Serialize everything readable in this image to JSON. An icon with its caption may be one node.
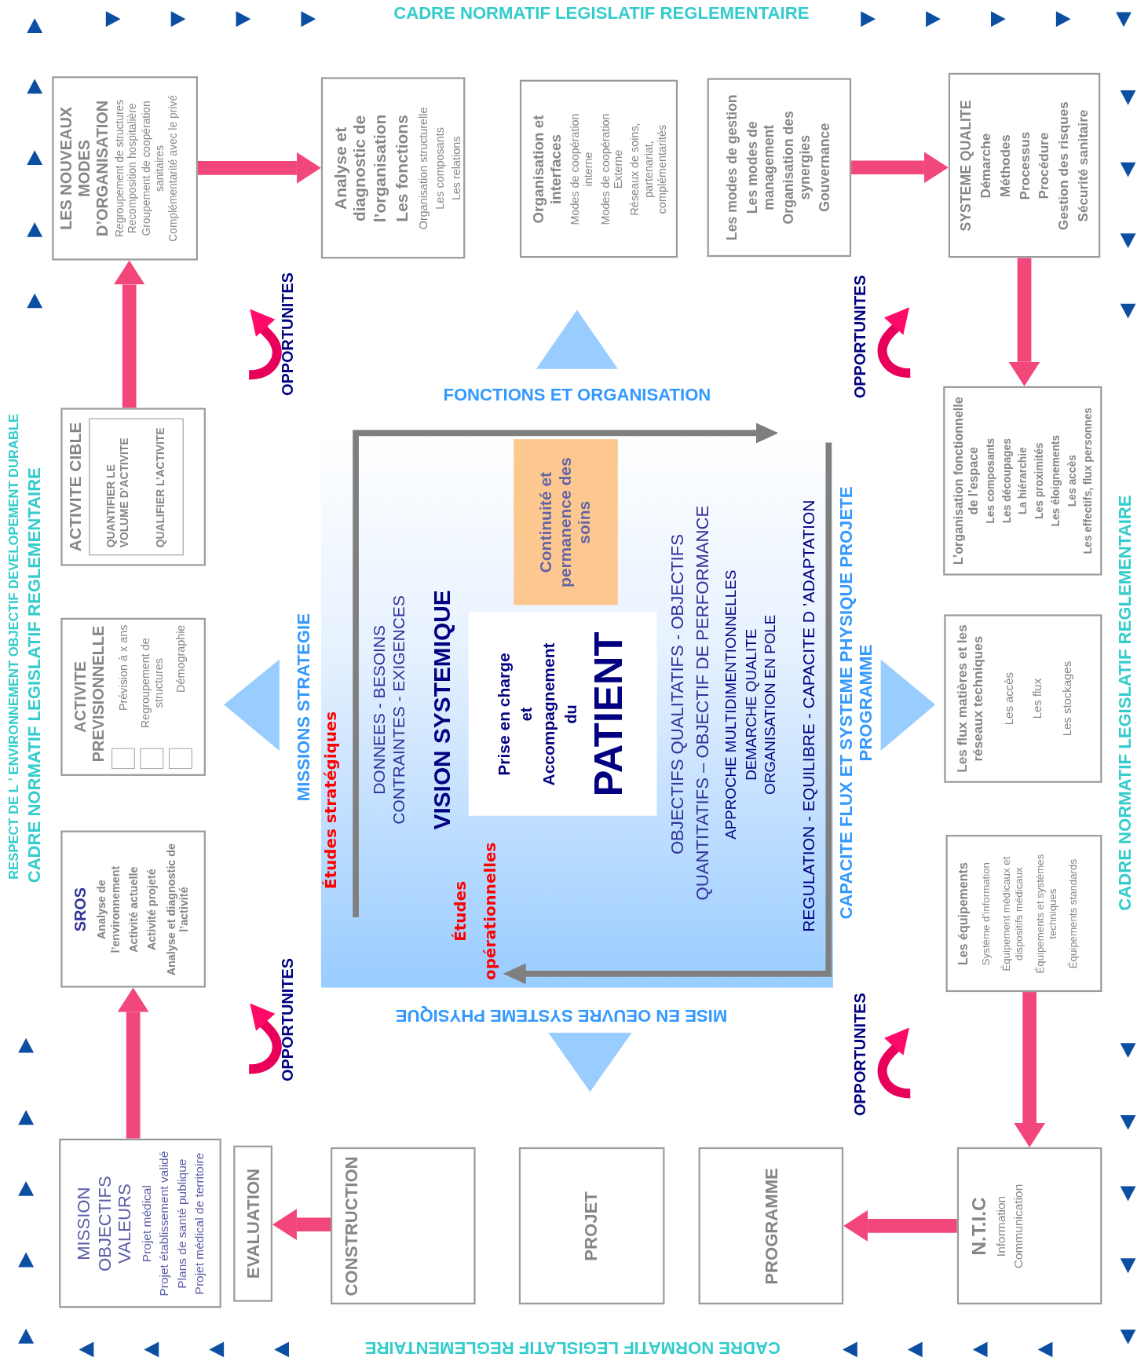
{
  "diagram": {
    "nodes": [
      {
        "text": [
          "LES NOUVEAUX MODES D’ORGANISATION",
          "Regroupement de structures",
          "Recomposition hospitalière",
          "Groupement de coopération sanitaires",
          "Complémentarité avec le privé"
        ]
      },
      {
        "text": [
          "Analyse et diagnostic de l’organisation",
          "Les fonctions",
          "Organisation structurelle",
          "Les composants",
          "Les relations"
        ]
      },
      {
        "text": [
          "Organisation et interfaces",
          "Modes de coopération interne",
          "Modes de coopération Externe",
          "Réseaux de soins, partenariat, complémentarités"
        ]
      },
      {
        "text": [
          "Les modes de gestion",
          "Les modes de management",
          "Organisation des synergies",
          "Gouvernance"
        ]
      },
      {
        "text": [
          "SYSTEME QUALITE",
          "Démarche",
          "Méthodes",
          "Processus",
          "Procédure",
          "Gestion des risques",
          "Sécurité sanitaire"
        ]
      },
      {
        "text": [
          "L’organisation fonctionnelle de l’espace",
          "Les composants",
          "Les découpages",
          "La hiérarchie",
          "Les proximités",
          "Les éloignements",
          "Les accès",
          "Les effectifs, flux personnes"
        ]
      },
      {
        "text": [
          "Les flux matières et les réseaux techniques",
          "Les accès",
          "Les flux",
          "Les stockages"
        ]
      },
      {
        "text": [
          "Les équipements",
          "Système d’information",
          "Équipement médicaux et dispositifs médicaux",
          "Équipements et systèmes techniques",
          "Équipements standards"
        ]
      },
      {
        "text": [
          "N.T.I.C",
          "Information",
          "Communication"
        ]
      },
      {
        "text": [
          "PROGRAMME"
        ]
      },
      {
        "text": [
          "PROJET"
        ]
      },
      {
        "text": [
          "CONSTRUCTION"
        ]
      },
      {
        "text": [
          "EVALUATION"
        ]
      },
      {
        "text": [
          "MISSION OBJECTIFS VALEURS",
          "Projet médical",
          "Projet établissement validé",
          "Plans de santé publique",
          "Projet médical de territoire"
        ]
      },
      {
        "text": [
          "SROS",
          "Analyse de l’environnement",
          "Activité actuelle",
          "Activité projeté",
          "Analyse et diagnostic de l’activité"
        ]
      },
      {
        "text": [
          "ACTIVITE PREVISIONNELLE",
          "Prévision à x ans",
          "Regroupement de structures",
          "Démographie"
        ]
      },
      {
        "text": [
          "ACTIVITE CIBLE"
        ]
      },
      {
        "text": [
          "QUANTIFIER LE VOLUME D’ACTIVITE",
          "QUALIFIER L’ACTIVITE"
        ],
        "in": 16
      },
      {
        "text": [
          "Études stratégiques",
          "DONNEES - BESOINS",
          "CONTRAINTES - EXIGENCES",
          "VISION SYSTEMIQUE",
          "Études opérationnelles",
          "OBJECTIFS QUALITATIFS - OBJECTIFS",
          "QUANTITATIFS – OBJECTIF DE PERFORMANCE",
          "APPROCHE MULTIDIMENTIONNELLES",
          "DEMARCHE QUALITE",
          "ORGANISATION EN POLE",
          "REGULATION - EQUILIBRE - CAPACITE D ’ADAPTATION"
        ]
      },
      {
        "text": [
          "Continuité et permanence des soins"
        ],
        "in": 18
      },
      {
        "text": [
          "Prise en charge",
          "et",
          "Accompagnement",
          "du",
          "PATIENT"
        ],
        "in": 18
      }
    ],
    "edges": [
      {
        "from": 0,
        "to": 1,
        "arrow": "to"
      },
      {
        "from": 3,
        "to": 4,
        "arrow": "to"
      },
      {
        "from": 4,
        "to": 5,
        "arrow": "to"
      },
      {
        "from": 7,
        "to": 8,
        "arrow": "to"
      },
      {
        "from": 8,
        "to": 9,
        "arrow": "to"
      },
      {
        "from": 11,
        "to": 12,
        "arrow": "to"
      },
      {
        "from": 13,
        "to": 14,
        "arrow": "to"
      },
      {
        "from": 16,
        "to": 0,
        "arrow": "to"
      }
    ],
    "labels": [
      "CADRE NORMATIF LEGISLATIF REGLEMENTAIRE",
      "RESPECT DE L ’ ENVIRONNEMENT OBJECTIF DEVELOPEMENT DURABLE",
      "CADRE NORMATIF LEGISLATIF REGLEMENTAIRE",
      "CADRE NORMATIF LEGISLATIF REGLEMENTAIRE",
      "OPPORTUNITES",
      "OPPORTUNITES",
      "OPPORTUNITES",
      "OPPORTUNITES",
      "FONCTIONS ET ORGANISATION",
      "MISSIONS STRATEGIE",
      "CAPACITE FLUX ET SYSTEME PHYSIQUE PROJETE",
      "PROGRAMME",
      "MISE EN OEUVRE SYSTEME PHYSIQUE",
      "CADRE NORMATIF LEGISLATIF REGLEMENTAIRE"
    ]
  }
}
